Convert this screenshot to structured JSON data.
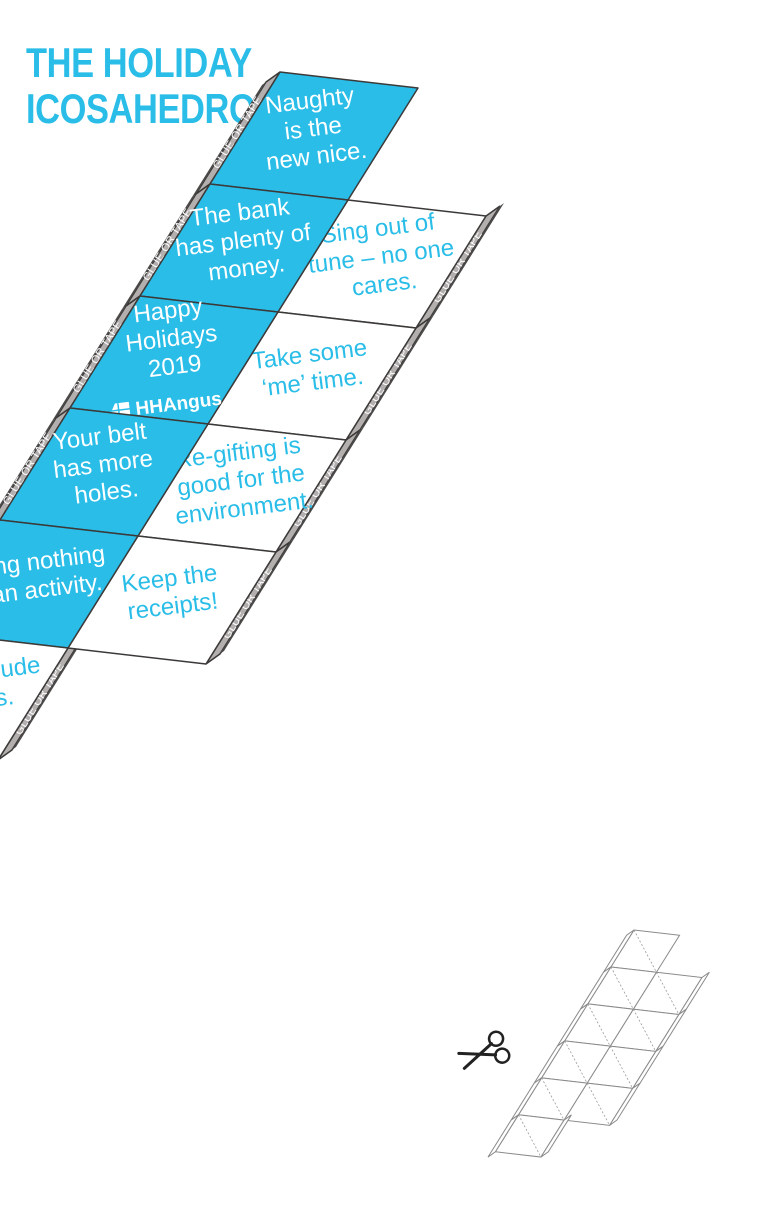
{
  "title": {
    "line1": "THE HOLIDAY",
    "line2": "ICOSAHEDRON"
  },
  "colors": {
    "blue": "#29bde8",
    "white": "#ffffff",
    "tab_gray": "#b3afae",
    "tab_dark": "#4c4a49",
    "outline": "#3c3a39",
    "text_on_white": "#29bde8",
    "text_on_blue": "#ffffff"
  },
  "glue_label": "GLUE OR TAPE",
  "faces": [
    {
      "lines": [
        "Naughty",
        "is the",
        "new nice."
      ]
    },
    {
      "lines": [
        "Sing out of",
        "tune – no one",
        "cares."
      ]
    },
    {
      "lines": [
        "The bank",
        "has plenty of",
        "money."
      ]
    },
    {
      "lines": [
        "Take some",
        "‘me’ time."
      ]
    },
    {
      "lines": [
        "Happy",
        "Holidays",
        "2019"
      ]
    },
    {
      "lines": [
        "Re-gifting is",
        "good for the",
        "environment."
      ]
    },
    {
      "lines": [
        "Your belt",
        "has more",
        "holes."
      ]
    },
    {
      "lines": [
        "Keep the",
        "receipts!"
      ]
    },
    {
      "lines": [
        "Doing nothing",
        "is an activity."
      ]
    },
    {
      "lines": [
        "Always include",
        "batteries."
      ]
    }
  ],
  "logo": {
    "text": "HHAngus",
    "icon": "hhangus-logo-icon"
  },
  "icons": {
    "scissors": "scissors-icon",
    "thumbnail": "net-thumbnail-icon"
  }
}
